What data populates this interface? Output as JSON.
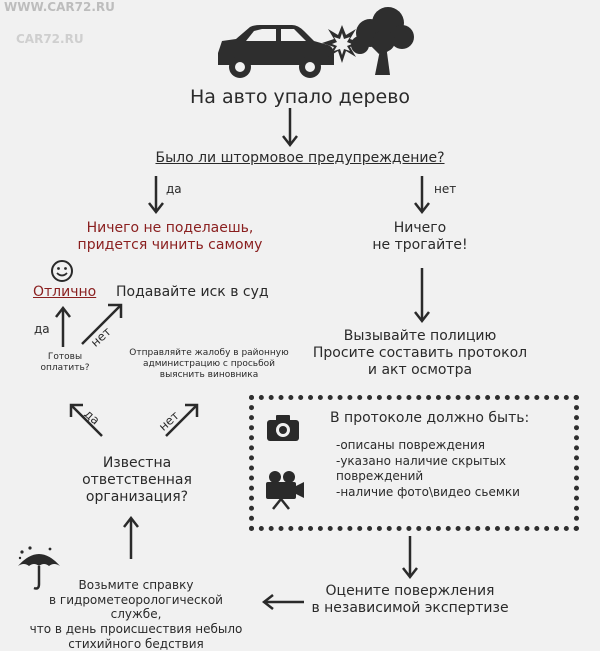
{
  "watermark": {
    "line1": "WWW.CAR72.RU",
    "line2": "CAR72.RU"
  },
  "icons": {
    "car": "car-icon",
    "impact": "impact-star-icon",
    "tree": "tree-icon",
    "smiley": "smiley-icon",
    "camera": "camera-icon",
    "video_camera": "video-camera-icon",
    "umbrella": "umbrella-rain-icon"
  },
  "title": "На авто упало дерево",
  "question": "Было ли штормовое предупреждение?",
  "yes_label": "да",
  "no_label": "нет",
  "left_answer": "Ничего не поделаешь,\nпридется чинить самому",
  "right_answer": "Ничего\nне трогайте!",
  "excellent": "Отлично",
  "lawsuit": "Подавайте иск в суд",
  "ready_to_pay": "Готовы\nоплатить?",
  "ready_yes": "да",
  "ready_no": "нет",
  "complaint": "Отправляйте жалобу в районную\nадминистрацию с просьбой\nвыяснить виновника",
  "org_yes": "да",
  "org_no": "нет",
  "known_org": "Известна\nответственная\nорганизация?",
  "call_police": "Вызывайте полицию\nПросите составить протокол\nи акт осмотра",
  "protocol_title": "В протоколе должно быть:",
  "protocol_items": [
    "-описаны повреждения",
    "-указано наличие скрытых\nповреждений",
    "-наличие фото\\видео сьемки"
  ],
  "assess": "Оцените повержления\nв независимой экспертизе",
  "certificate": "Возьмите справку\nв гидрометеорологической службе,\nчто в день происшествия небыло\nстихийного бедствия",
  "colors": {
    "background": "#f1f1f1",
    "ink": "#2a2a2a",
    "accent_red": "#8a1f1f",
    "watermark": "#bdbdbd"
  }
}
